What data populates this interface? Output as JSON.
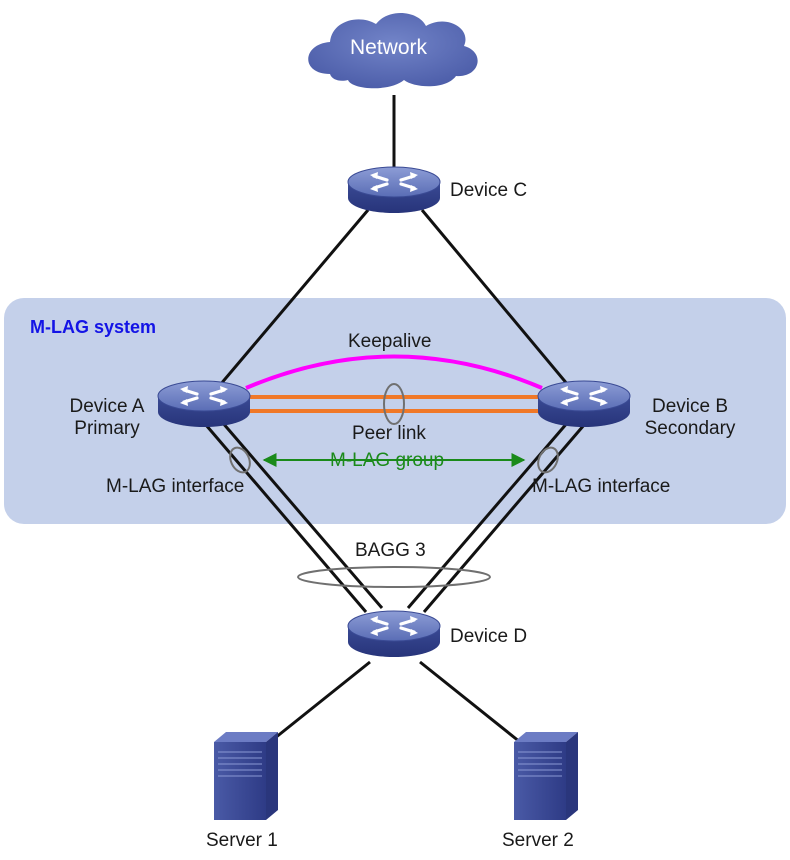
{
  "diagram": {
    "system_label": "M-LAG system",
    "network_label": "Network",
    "colors": {
      "system_box": "#c4d0ea",
      "keepalive": "#ff00ff",
      "peer_link": "#f07828",
      "mlag_group_arrow": "#1a8a1a",
      "device_body": "#4a5ea8",
      "server_body": "#3c4c96",
      "link": "#111111"
    },
    "devices": {
      "c": {
        "name": "Device C"
      },
      "a": {
        "name": "Device A",
        "role": "Primary"
      },
      "b": {
        "name": "Device B",
        "role": "Secondary"
      },
      "d": {
        "name": "Device D"
      }
    },
    "links": {
      "keepalive": "Keepalive",
      "peer_link": "Peer link",
      "mlag_group": "M-LAG group",
      "mlag_interface_a": "M-LAG interface",
      "mlag_interface_b": "M-LAG interface",
      "bagg": "BAGG 3"
    },
    "servers": [
      {
        "name": "Server 1"
      },
      {
        "name": "Server 2"
      }
    ]
  }
}
